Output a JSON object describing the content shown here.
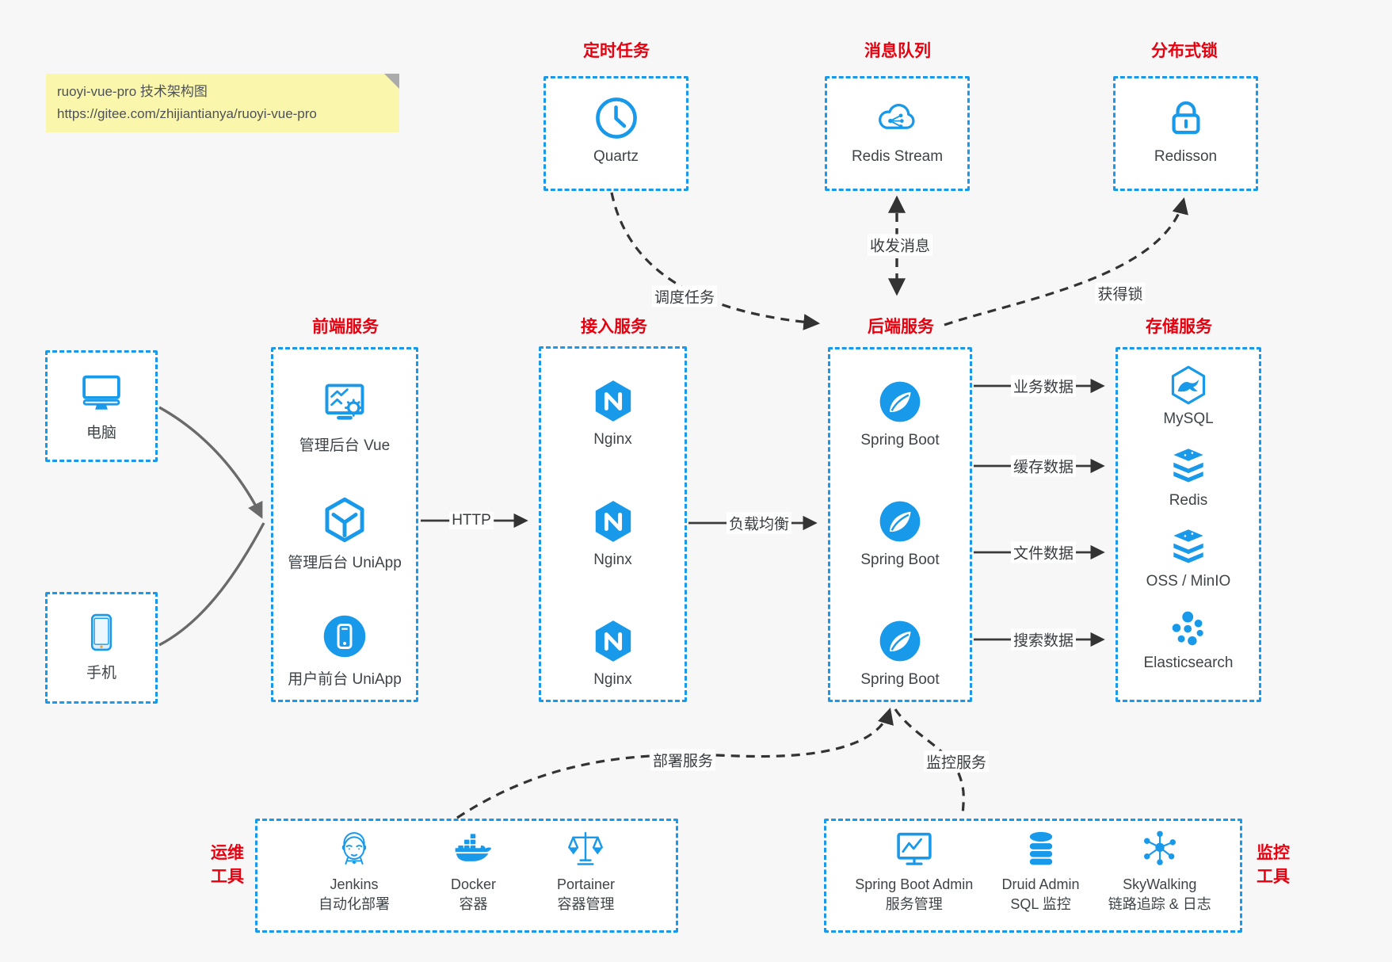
{
  "note": {
    "title": "ruoyi-vue-pro 技术架构图",
    "url": "https://gitee.com/zhijiantianya/ruoyi-vue-pro"
  },
  "palette": {
    "accent_blue": "#1899ea",
    "title_red": "#e8000f",
    "note_yellow": "#faf6ac",
    "arrow_dark": "#333333",
    "arrow_gray": "#6a6a6a"
  },
  "groups": {
    "scheduler": {
      "title": "定时任务",
      "items": [
        {
          "label": "Quartz",
          "icon": "clock-icon"
        }
      ]
    },
    "mq": {
      "title": "消息队列",
      "items": [
        {
          "label": "Redis Stream",
          "icon": "cloud-mq-icon"
        }
      ]
    },
    "lock": {
      "title": "分布式锁",
      "items": [
        {
          "label": "Redisson",
          "icon": "lock-icon"
        }
      ]
    },
    "clients": {
      "items": [
        {
          "label": "电脑",
          "icon": "desktop-icon"
        },
        {
          "label": "手机",
          "icon": "phone-icon"
        }
      ]
    },
    "frontend": {
      "title": "前端服务",
      "items": [
        {
          "label": "管理后台 Vue",
          "icon": "admin-dashboard-icon"
        },
        {
          "label": "管理后台 UniApp",
          "icon": "uniapp-cube-icon"
        },
        {
          "label": "用户前台 UniApp",
          "icon": "mobile-app-icon"
        }
      ]
    },
    "gateway": {
      "title": "接入服务",
      "items": [
        {
          "label": "Nginx",
          "icon": "nginx-icon"
        },
        {
          "label": "Nginx",
          "icon": "nginx-icon"
        },
        {
          "label": "Nginx",
          "icon": "nginx-icon"
        }
      ]
    },
    "backend": {
      "title": "后端服务",
      "items": [
        {
          "label": "Spring Boot",
          "icon": "spring-boot-icon"
        },
        {
          "label": "Spring Boot",
          "icon": "spring-boot-icon"
        },
        {
          "label": "Spring Boot",
          "icon": "spring-boot-icon"
        }
      ]
    },
    "storage": {
      "title": "存储服务",
      "items": [
        {
          "label": "MySQL",
          "icon": "mysql-icon"
        },
        {
          "label": "Redis",
          "icon": "redis-stack-icon"
        },
        {
          "label": "OSS / MinIO",
          "icon": "oss-minio-icon"
        },
        {
          "label": "Elasticsearch",
          "icon": "elasticsearch-icon"
        }
      ]
    },
    "devops": {
      "title_lines": [
        "运维",
        "工具"
      ],
      "items": [
        {
          "label": "Jenkins",
          "sublabel": "自动化部署",
          "icon": "jenkins-icon"
        },
        {
          "label": "Docker",
          "sublabel": "容器",
          "icon": "docker-icon"
        },
        {
          "label": "Portainer",
          "sublabel": "容器管理",
          "icon": "portainer-icon"
        }
      ]
    },
    "monitoring": {
      "title_lines": [
        "监控",
        "工具"
      ],
      "items": [
        {
          "label": "Spring Boot Admin",
          "sublabel": "服务管理",
          "icon": "spring-boot-admin-icon"
        },
        {
          "label": "Druid Admin",
          "sublabel": "SQL 监控",
          "icon": "druid-admin-icon"
        },
        {
          "label": "SkyWalking",
          "sublabel": "链路追踪 & 日志",
          "icon": "skywalking-icon"
        }
      ]
    }
  },
  "edges": {
    "schedule_task": "调度任务",
    "send_receive_message": "收发消息",
    "acquire_lock": "获得锁",
    "http": "HTTP",
    "load_balance": "负载均衡",
    "business_data": "业务数据",
    "cache_data": "缓存数据",
    "file_data": "文件数据",
    "search_data": "搜索数据",
    "deploy_service": "部署服务",
    "monitor_service": "监控服务"
  }
}
